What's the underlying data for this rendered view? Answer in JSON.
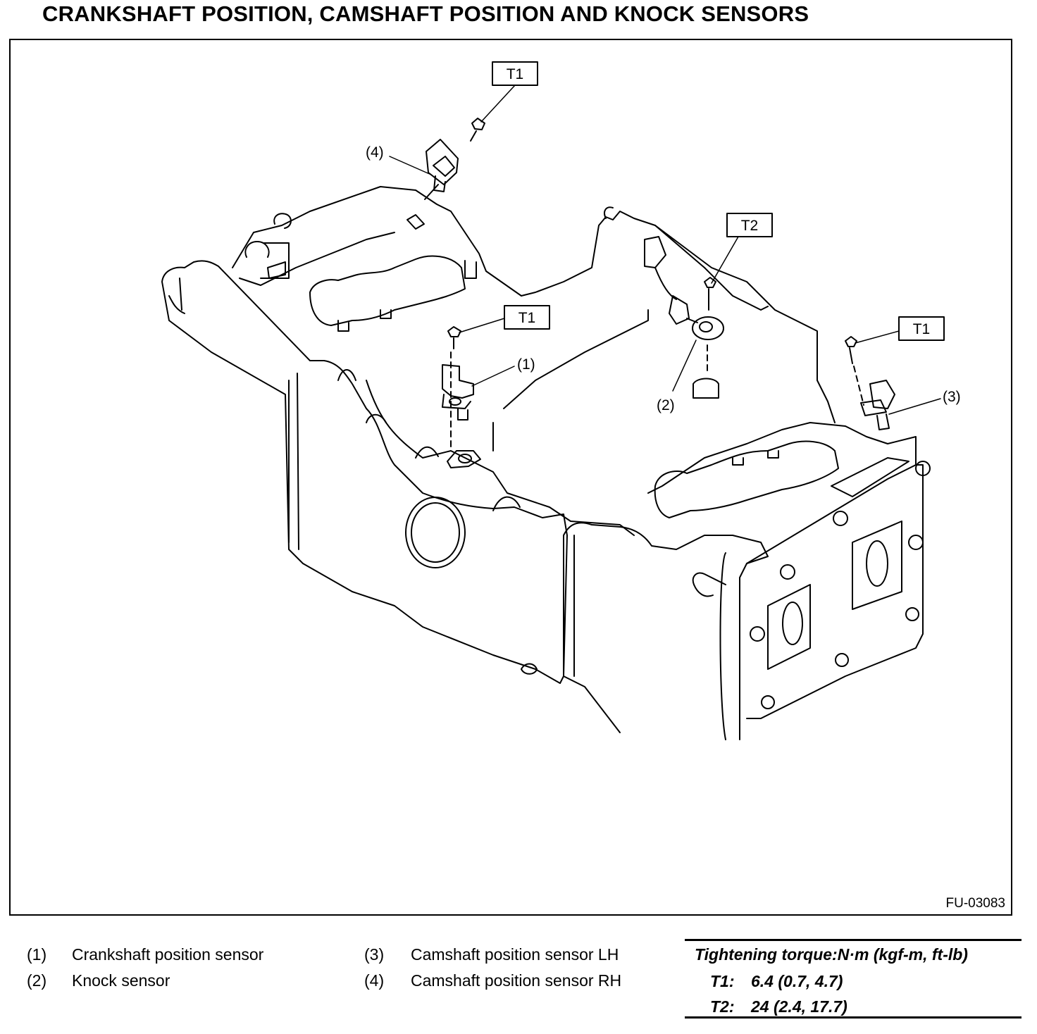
{
  "title": "CRANKSHAFT POSITION, CAMSHAFT POSITION AND KNOCK SENSORS",
  "figure_id": "FU-03083",
  "callouts": {
    "c1": "(1)",
    "c2": "(2)",
    "c3": "(3)",
    "c4": "(4)",
    "t1a": "T1",
    "t1b": "T1",
    "t1c": "T1",
    "t2": "T2"
  },
  "legend": [
    {
      "num": "(1)",
      "label": "Crankshaft position sensor"
    },
    {
      "num": "(2)",
      "label": "Knock sensor"
    },
    {
      "num": "(3)",
      "label": "Camshaft position sensor LH"
    },
    {
      "num": "(4)",
      "label": "Camshaft position sensor RH"
    }
  ],
  "torque": {
    "heading": "Tightening torque:N·m (kgf-m, ft-lb)",
    "rows": [
      {
        "key": "T1:",
        "value": "6.4 (0.7, 4.7)"
      },
      {
        "key": "T2:",
        "value": "24 (2.4, 17.7)"
      }
    ]
  }
}
